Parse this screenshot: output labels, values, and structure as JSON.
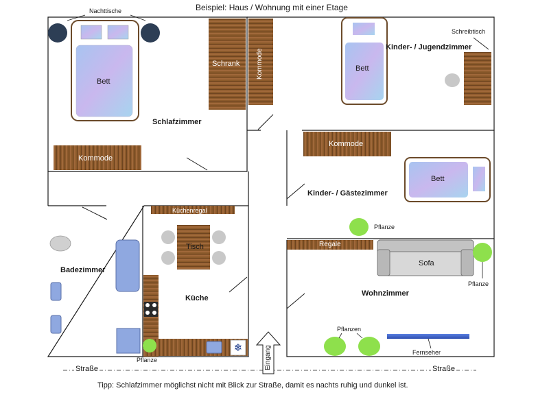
{
  "title": "Beispiel: Haus / Wohnung mit einer Etage",
  "tip": "Tipp: Schlafzimmer möglichst nicht mit Blick zur Straße, damit es nachts ruhig und dunkel ist.",
  "street": {
    "left": "Straße",
    "right": "Straße"
  },
  "entrance": "Eingang",
  "rooms": {
    "bedroom": "Schlafzimmer",
    "kids_youth": "Kinder- / Jugendzimmer",
    "kids_guest": "Kinder- / Gästezimmer",
    "bathroom": "Badezimmer",
    "kitchen": "Küche",
    "living": "Wohnzimmer"
  },
  "furniture": {
    "nightstands": "Nachttische",
    "bed_master": "Bett",
    "wardrobe": "Schrank",
    "dresser_top": "Kommode",
    "dresser_bedroom": "Kommode",
    "bed_youth": "Bett",
    "desk": "Schreibtisch",
    "dresser_guest": "Kommode",
    "bed_guest": "Bett",
    "kitchen_shelf": "Küchenregal",
    "table": "Tisch",
    "plant_kitchen": "Pflanze",
    "plant_guest": "Pflanze",
    "shelves": "Regale",
    "sofa": "Sofa",
    "plant_living": "Pflanze",
    "plants_living": "Pflanzen",
    "tv": "Fernseher"
  },
  "colors": {
    "wood": "#8b5a2b",
    "bed_border": "#6b4a2a",
    "plant": "#8ee04c",
    "nightstand": "#2d3e55",
    "tv": "#3a5fcd",
    "bath_fixture": "#8fa8e0",
    "chair": "#c8c8c8",
    "sofa": "#d8d8d8"
  }
}
